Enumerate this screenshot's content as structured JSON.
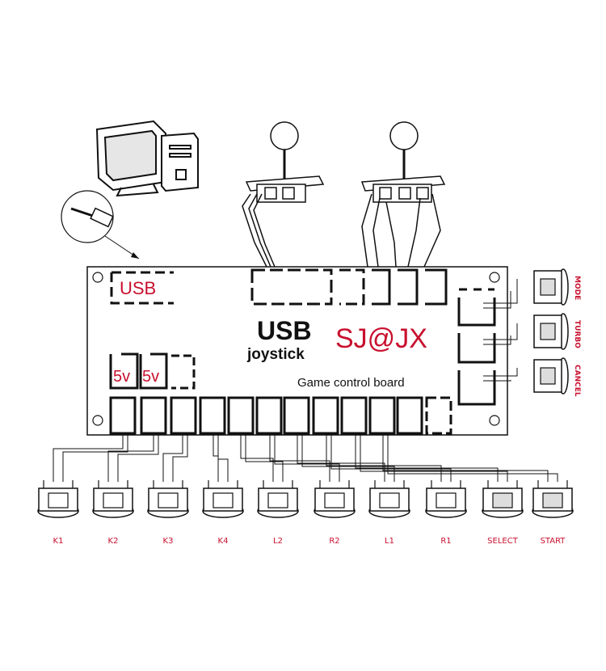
{
  "board": {
    "usb_port_label": "USB",
    "title_line1": "USB",
    "title_line2": "joystick",
    "brand": "SJ@JX",
    "subtitle": "Game control board",
    "power_label_1": "5v",
    "power_label_2": "5v"
  },
  "side_buttons": [
    {
      "label": "MODE"
    },
    {
      "label": "TURBO"
    },
    {
      "label": "CANCEL"
    }
  ],
  "bottom_buttons": [
    {
      "label": "K1"
    },
    {
      "label": "K2"
    },
    {
      "label": "K3"
    },
    {
      "label": "K4"
    },
    {
      "label": "L2"
    },
    {
      "label": "R2"
    },
    {
      "label": "L1"
    },
    {
      "label": "R1"
    },
    {
      "label": "SELECT"
    },
    {
      "label": "START"
    }
  ],
  "colors": {
    "accent": "#c8102e",
    "line": "#111111"
  }
}
